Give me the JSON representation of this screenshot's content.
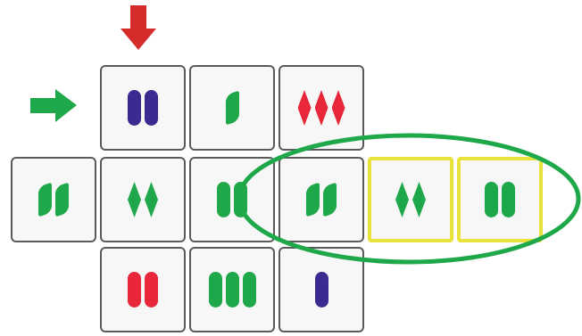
{
  "colors": {
    "red": "#e8283a",
    "green": "#1fa84a",
    "purple": "#3b2a8f",
    "highlight": "#e8e23a",
    "ellipse": "#1fa84a",
    "card_border": "#5a5a5a"
  },
  "indicators": [
    {
      "name": "column-indicator-arrow",
      "direction": "down",
      "color": "#d62b2b"
    },
    {
      "name": "row-indicator-arrow",
      "direction": "right",
      "color": "#1fa84a"
    }
  ],
  "cards": [
    {
      "row": 0,
      "col": 1,
      "count": 2,
      "color": "purple",
      "shape": "oval",
      "highlighted": false
    },
    {
      "row": 0,
      "col": 2,
      "count": 1,
      "color": "green",
      "shape": "squiggle",
      "highlighted": false
    },
    {
      "row": 0,
      "col": 3,
      "count": 3,
      "color": "red",
      "shape": "diamond",
      "highlighted": false
    },
    {
      "row": 1,
      "col": 0,
      "count": 2,
      "color": "green",
      "shape": "squiggle",
      "highlighted": false
    },
    {
      "row": 1,
      "col": 1,
      "count": 2,
      "color": "green",
      "shape": "diamond",
      "highlighted": false
    },
    {
      "row": 1,
      "col": 2,
      "count": 2,
      "color": "green",
      "shape": "oval",
      "highlighted": false
    },
    {
      "row": 1,
      "col": 3,
      "count": 2,
      "color": "green",
      "shape": "squiggle",
      "highlighted": false
    },
    {
      "row": 1,
      "col": 4,
      "count": 2,
      "color": "green",
      "shape": "diamond",
      "highlighted": true
    },
    {
      "row": 1,
      "col": 5,
      "count": 2,
      "color": "green",
      "shape": "oval",
      "highlighted": true
    },
    {
      "row": 2,
      "col": 1,
      "count": 2,
      "color": "red",
      "shape": "oval",
      "highlighted": false
    },
    {
      "row": 2,
      "col": 2,
      "count": 3,
      "color": "green",
      "shape": "oval",
      "highlighted": false
    },
    {
      "row": 2,
      "col": 3,
      "count": 1,
      "color": "purple",
      "shape": "oval",
      "highlighted": false
    }
  ],
  "selection_group": {
    "name": "set-selection-ellipse",
    "cards": [
      [
        1,
        3
      ],
      [
        1,
        4
      ],
      [
        1,
        5
      ]
    ]
  }
}
